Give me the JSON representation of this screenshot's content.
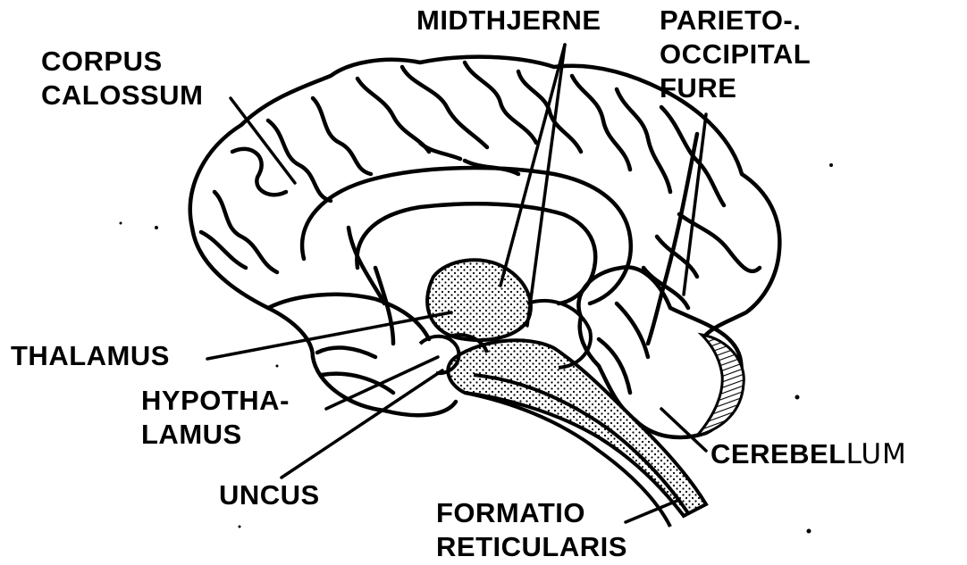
{
  "labels": {
    "midthjerne": "MIDTHJERNE",
    "parieto_line1": "PARIETO-.",
    "parieto_line2": "OCCIPITAL",
    "parieto_line3": "FURE",
    "corpus_line1": "CORPUS",
    "corpus_line2": "CALOSSUM",
    "thalamus": "THALAMUS",
    "hypotha_line1": "HYPOTHA-",
    "hypotha_line2": "LAMUS",
    "uncus": "UNCUS",
    "cerebellum_typed": "CEREBEL",
    "cerebellum_hand": "LUM",
    "formatio_line1": "FORMATIO",
    "formatio_line2": "RETICULARIS"
  }
}
